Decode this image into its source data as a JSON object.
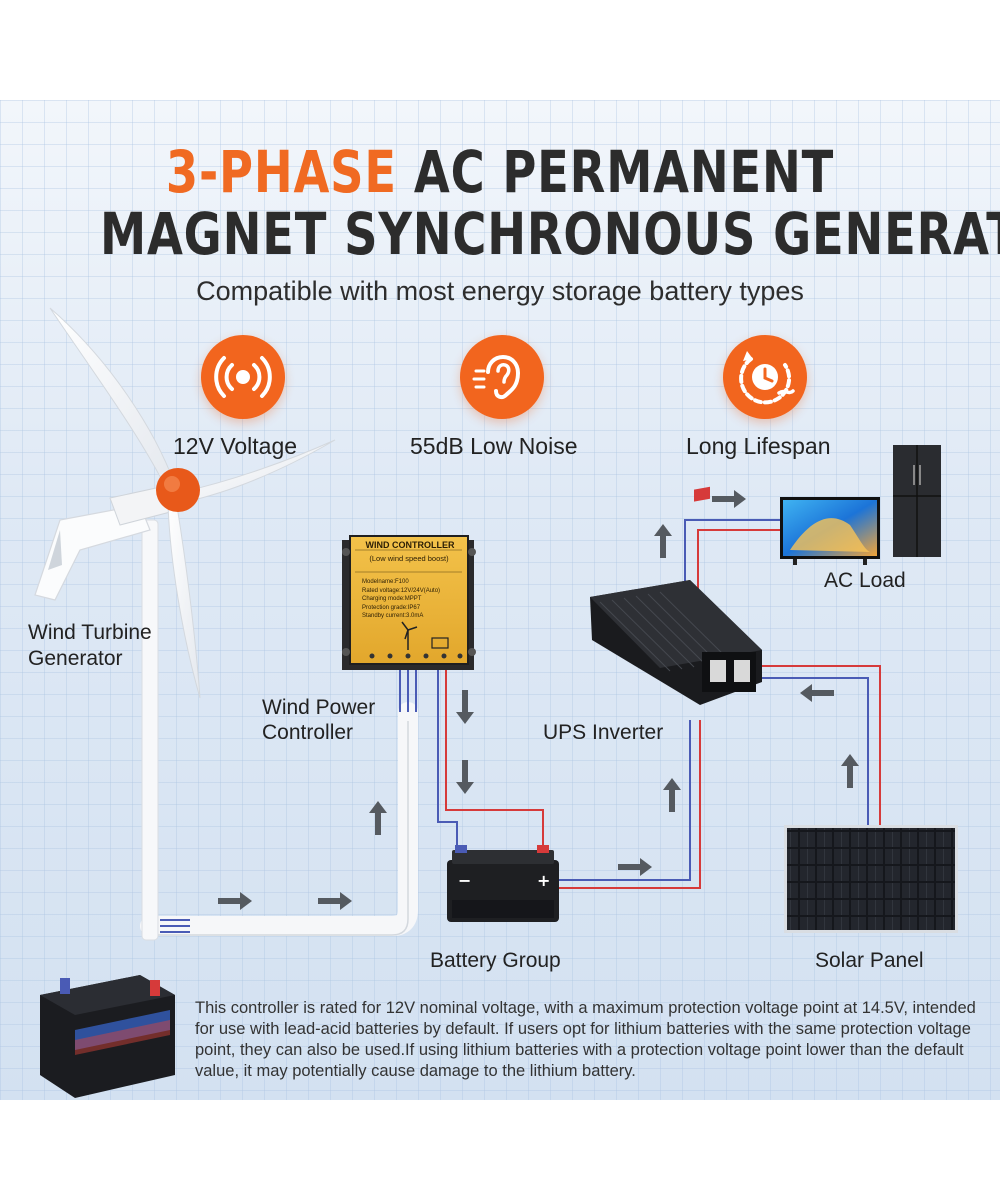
{
  "header": {
    "title_accent": "3-PHASE",
    "title_rest": " AC PERMANENT",
    "title_line2": "MAGNET SYNCHRONOUS GENERATOR",
    "subtitle": "Compatible with most energy storage battery types"
  },
  "features": [
    {
      "label": "12V Voltage",
      "icon": "signal-waves-icon"
    },
    {
      "label": "55dB Low Noise",
      "icon": "ear-icon"
    },
    {
      "label": "Long Lifespan",
      "icon": "clock-arrow-icon"
    }
  ],
  "components": {
    "turbine": "Wind Turbine\nGenerator",
    "controller": "Wind Power\nController",
    "battery": "Battery Group",
    "inverter": "UPS Inverter",
    "load": "AC Load",
    "solar": "Solar Panel"
  },
  "controller_device": {
    "title": "WIND CONTROLLER",
    "subtitle": "(Low wind speed boost)",
    "specs": [
      "Modelname:F100",
      "Rated voltage:12V/24V(Auto)",
      "Charging mode:MPPT",
      "Protection grade:IP67",
      "Standby current:3.0mA"
    ]
  },
  "note": "This controller is rated for 12V nominal voltage, with a maximum protection voltage point at 14.5V, intended for use with lead-acid batteries by default. If users opt for lithium batteries with the same protection voltage point, they can also be used.If using lithium batteries with a protection voltage point lower than the default value, it may potentially cause damage to the lithium battery.",
  "colors": {
    "accent": "#f06a22",
    "wire_red": "#d63a3a",
    "wire_blue": "#4a5bb5"
  }
}
